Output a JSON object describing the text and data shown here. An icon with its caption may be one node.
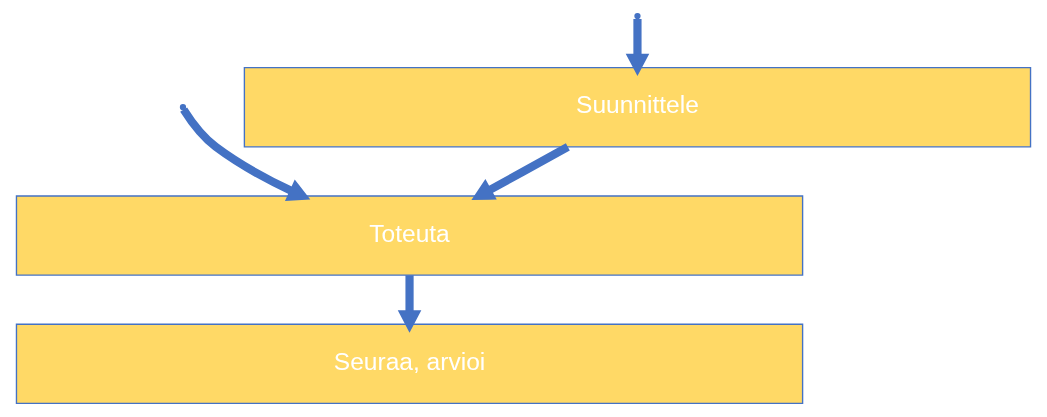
{
  "diagram": {
    "nodes": [
      {
        "text": [
          "Suunnittele"
        ]
      },
      {
        "text": [
          "Toteuta"
        ]
      },
      {
        "text": [
          "Seuraa, arvioi"
        ]
      }
    ],
    "edges": [
      {
        "from": 0,
        "to": 1,
        "arrow": "to"
      },
      {
        "from": 1,
        "to": 2,
        "arrow": "to"
      },
      {
        "from": null,
        "to": 0,
        "arrow": "to"
      },
      {
        "from": null,
        "to": 1,
        "arrow": "to"
      }
    ]
  }
}
